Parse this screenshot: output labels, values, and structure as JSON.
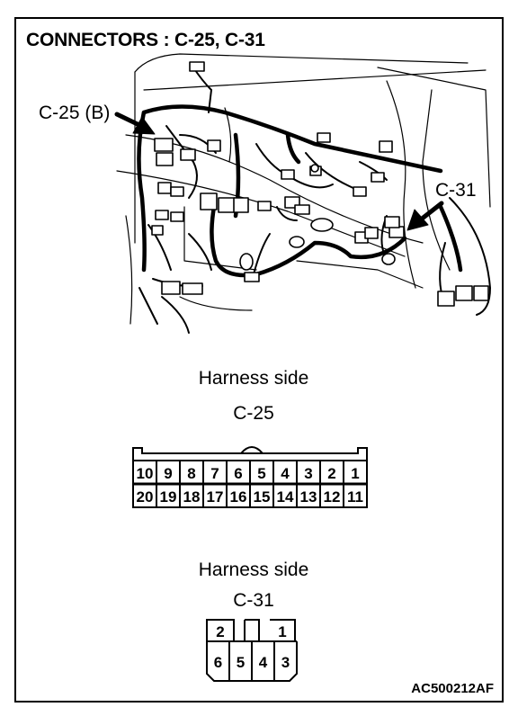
{
  "title": "CONNECTORS : C-25, C-31",
  "callouts": {
    "c25": "C-25 (B)",
    "c31": "C-31"
  },
  "c25_view": {
    "caption": "Harness side",
    "connector": "C-25",
    "top_row": [
      "10",
      "9",
      "8",
      "7",
      "6",
      "5",
      "4",
      "3",
      "2",
      "1"
    ],
    "bottom_row": [
      "20",
      "19",
      "18",
      "17",
      "16",
      "15",
      "14",
      "13",
      "12",
      "11"
    ]
  },
  "c31_view": {
    "caption": "Harness side",
    "connector": "C-31",
    "top_row": [
      "2",
      "",
      "1"
    ],
    "bottom_row": [
      "6",
      "5",
      "4",
      "3"
    ]
  },
  "doc_code": "AC500212AF"
}
